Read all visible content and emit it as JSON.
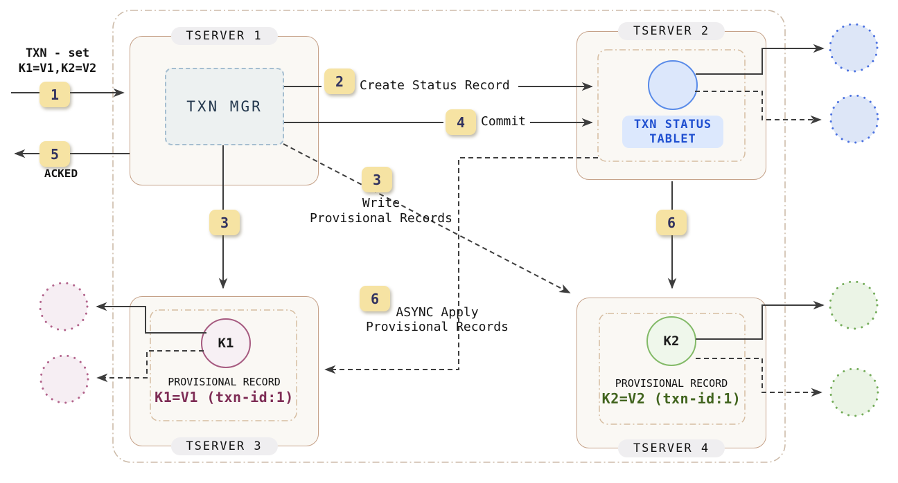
{
  "client": {
    "request_line1": "TXN - set",
    "request_line2": "K1=V1,K2=V2",
    "ack_label": "ACKED"
  },
  "steps": {
    "n1": "1",
    "n2": "2",
    "n3_vertical": "3",
    "n3_write": "3",
    "n4": "4",
    "n5": "5",
    "n6_vertical": "6",
    "n6_async": "6",
    "create_status_label": "Create Status Record",
    "commit_label": "Commit",
    "write_label_line1": "Write",
    "write_label_line2": "Provisional Records",
    "async_label_line1": "ASYNC Apply",
    "async_label_line2": "Provisional Records"
  },
  "tservers": {
    "t1": {
      "title": "TSERVER 1",
      "txn_mgr_label": "TXN MGR"
    },
    "t2": {
      "title": "TSERVER 2",
      "tablet_label_line1": "TXN STATUS",
      "tablet_label_line2": "TABLET"
    },
    "t3": {
      "title": "TSERVER 3",
      "key_label": "K1",
      "record_title": "PROVISIONAL RECORD",
      "record_value": "K1=V1 (txn-id:1)"
    },
    "t4": {
      "title": "TSERVER 4",
      "key_label": "K2",
      "record_title": "PROVISIONAL RECORD",
      "record_value": "K2=V2 (txn-id:1)"
    }
  },
  "colors": {
    "badge_bg": "#f6e3a3",
    "badge_text": "#31325f",
    "line": "#3d3d3d",
    "tserver_border": "#c5a188",
    "tserver_bg": "#faf8f4",
    "boundary_dashdot": "#cdbcaa",
    "txn_mgr_border": "#a5bed0",
    "status_blue_text": "#1f4fd0",
    "status_circle_border": "#598be9",
    "k1_maroon": "#7e2c55",
    "k2_green": "#41641e",
    "replica_blue": "#4b71e0",
    "replica_pink": "#b2638b",
    "replica_green": "#74ac5a"
  }
}
